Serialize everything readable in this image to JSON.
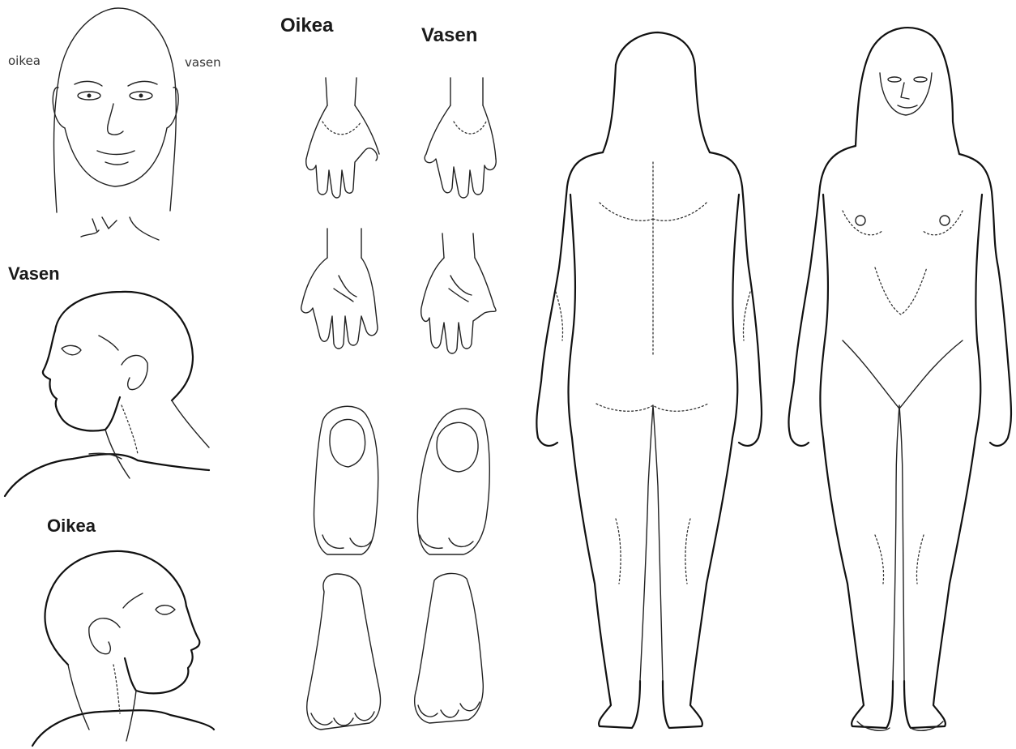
{
  "face_front": {
    "label_left": "oikea",
    "label_right": "vasen"
  },
  "head_left": {
    "label": "Vasen"
  },
  "head_right": {
    "label": "Oikea"
  },
  "hands_feet": {
    "col_left_label": "Oikea",
    "col_right_label": "Vasen"
  }
}
